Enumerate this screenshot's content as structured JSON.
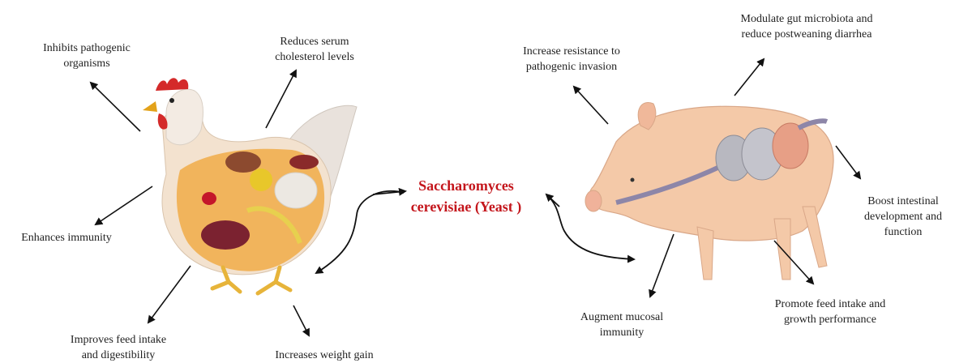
{
  "center": {
    "line1": "Saccharomyces",
    "line2": "cerevisiae (Yeast )"
  },
  "chicken_effects": {
    "inhibits_line1": "Inhibits pathogenic",
    "inhibits_line2": "organisms",
    "reduces_line1": "Reduces serum",
    "reduces_line2": "cholesterol levels",
    "immunity": "Enhances immunity",
    "feed_line1": "Improves feed intake",
    "feed_line2": "and digestibility",
    "weight": "Increases weight gain"
  },
  "pig_effects": {
    "resistance_line1": "Increase resistance to",
    "resistance_line2": "pathogenic invasion",
    "microbiota_line1": "Modulate gut microbiota and",
    "microbiota_line2": "reduce postweaning diarrhea",
    "boost_line1": "Boost intestinal",
    "boost_line2": "development and",
    "boost_line3": "function",
    "mucosal_line1": "Augment mucosal",
    "mucosal_line2": "immunity",
    "growth_line1": "Promote feed intake and",
    "growth_line2": "growth performance"
  },
  "colors": {
    "title": "#c4161c",
    "arrow": "#111111",
    "chicken_body": "#f3e2cf",
    "pig_body": "#f4c9a8"
  }
}
